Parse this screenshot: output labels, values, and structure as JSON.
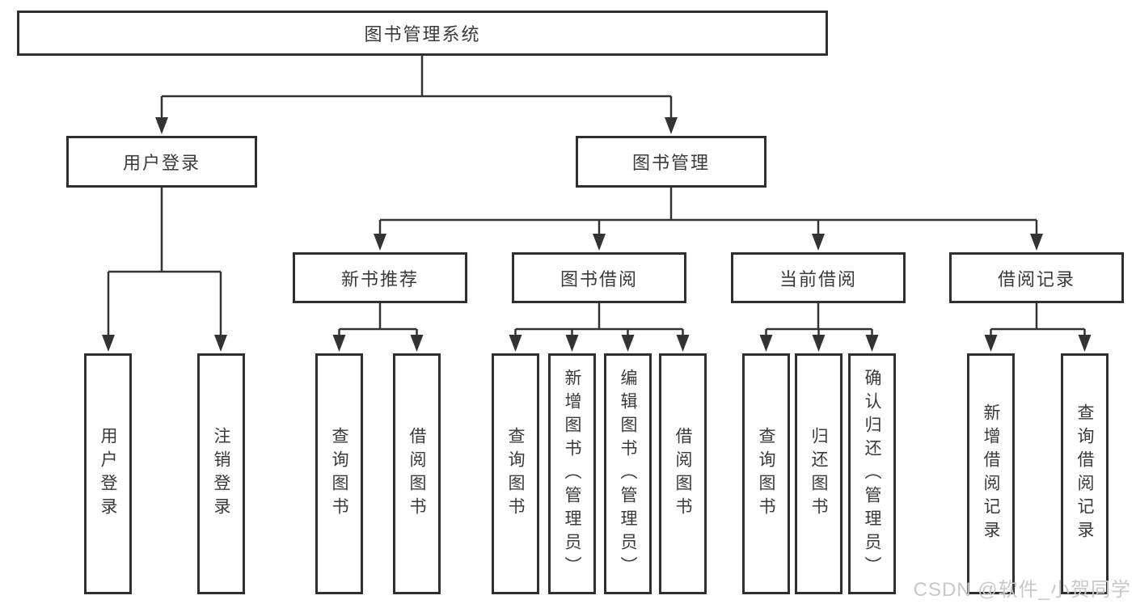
{
  "tree": {
    "root": {
      "label": "图书管理系统",
      "children": [
        {
          "label": "用户登录",
          "children": [
            {
              "label": "用户登录"
            },
            {
              "label": "注销登录"
            }
          ]
        },
        {
          "label": "图书管理",
          "children": [
            {
              "label": "新书推荐",
              "children": [
                {
                  "label": "查询图书"
                },
                {
                  "label": "借阅图书"
                }
              ]
            },
            {
              "label": "图书借阅",
              "children": [
                {
                  "label": "查询图书"
                },
                {
                  "label": "新增图书（管理员）"
                },
                {
                  "label": "编辑图书（管理员）"
                },
                {
                  "label": "借阅图书"
                }
              ]
            },
            {
              "label": "当前借阅",
              "children": [
                {
                  "label": "查询图书"
                },
                {
                  "label": "归还图书"
                },
                {
                  "label": "确认归还（管理员）"
                }
              ]
            },
            {
              "label": "借阅记录",
              "children": [
                {
                  "label": "新增借阅记录"
                },
                {
                  "label": "查询借阅记录"
                }
              ]
            }
          ]
        }
      ]
    }
  },
  "watermark": {
    "text": "CSDN @软件_小贺同学"
  },
  "colors": {
    "line": "#333333",
    "box_border": "#2f2f2f",
    "text": "#3a3a3a",
    "watermark": "#c8c8c8",
    "background": "#ffffff"
  }
}
